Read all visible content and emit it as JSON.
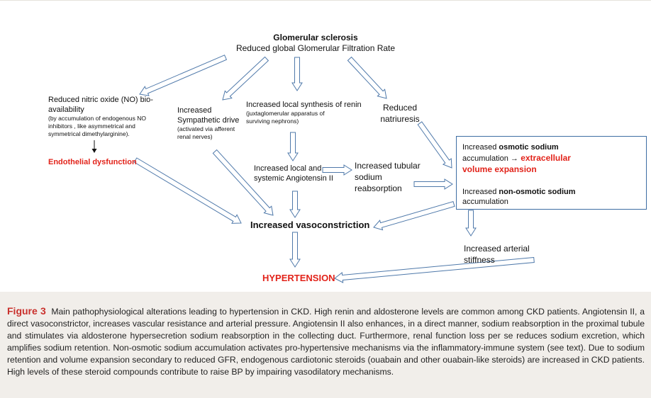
{
  "diagram": {
    "top": {
      "line1": "Glomerular sclerosis",
      "line2": "Reduced  global Glomerular Filtration Rate"
    },
    "no_node": {
      "line1": "Reduced nitric oxide (NO) bio-",
      "line2": "availability",
      "small1": "(by accumulation of  endogenous NO",
      "small2": "inhibitors , like asymmetrical  and",
      "small3": "symmetrical dimethylarginine)."
    },
    "endothelial": "Endothelial  dysfunction",
    "sympathetic": {
      "line1": "Increased",
      "line2": "Sympathetic drive",
      "small1": "(activated via afferent",
      "small2": "renal nerves)"
    },
    "renin": {
      "line1": "Increased  local synthesis of renin",
      "small1": "(juxtaglomerular  apparatus of",
      "small2": "surviving nephrons)"
    },
    "natriuresis": {
      "line1": "Reduced",
      "line2": "natriuresis"
    },
    "angiotensin": {
      "line1": "Increased  local and",
      "line2": "systemic Angiotensin II"
    },
    "tubular": {
      "line1": "Increased tubular",
      "line2": "sodium",
      "line3": "reabsorption"
    },
    "sodium_box": {
      "osmotic_pre": "Increased  ",
      "osmotic_bold": "osmotic sodium",
      "accum_pre": "accumulation ",
      "accum_arrow": "→",
      "accum_red": " extracellular",
      "volume_red": "volume  expansion",
      "nonosm_pre": "Increased  ",
      "nonosm_bold": "non-osmotic sodium",
      "nonosm_line2": "accumulation"
    },
    "vasoconstriction": "Increased vasoconstriction",
    "stiffness": {
      "line1": "Increased  arterial",
      "line2": "stiffness"
    },
    "hypertension": "HYPERTENSION"
  },
  "caption": {
    "label": "Figure 3",
    "text": "Main pathophysiological alterations leading to hypertension in CKD. High renin and aldosterone levels are common among CKD patients. Angiotensin II, a direct vasoconstrictor, increases vascular resistance and arterial pressure. Angiotensin II also enhances, in a direct manner, sodium reabsorption in the proximal tubule and stimulates via aldosterone hypersecretion sodium reabsorption in the collecting duct. Furthermore, renal function loss per se reduces sodium excretion, which amplifies sodium retention. Non-osmotic sodium accumulation activates pro-hypertensive mechanisms via the inflammatory-immune system (see text). Due to sodium retention and volume expansion secondary to reduced GFR, endogenous cardiotonic steroids (ouabain and other ouabain-like steroids) are increased in CKD patients. High levels of these steroid compounds contribute to raise BP by impairing vasodilatory mechanisms."
  },
  "colors": {
    "arrow_stroke": "#4f79aa",
    "highlight_red": "#e2231a",
    "caption_label": "#c9302c",
    "caption_bg": "#f1eeea",
    "box_border": "#3d6da3"
  }
}
